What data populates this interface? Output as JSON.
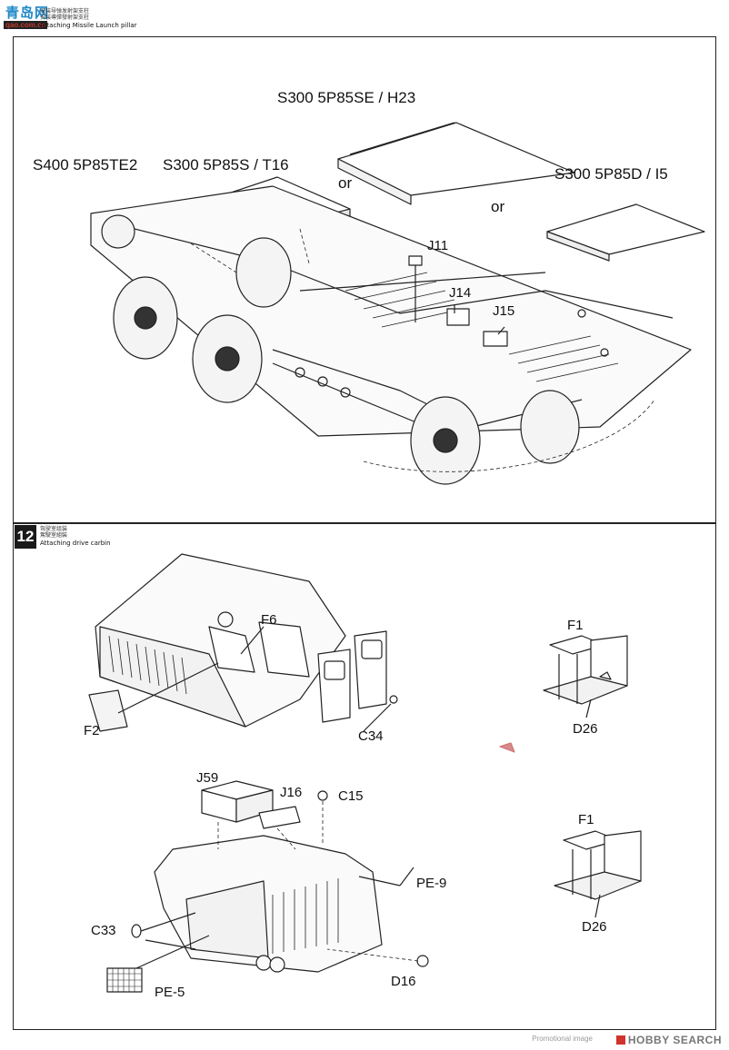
{
  "logo": {
    "top": "青岛网",
    "bottom": "qao.com.cn"
  },
  "step11": {
    "cn_line1": "安装导弹发射架支柱",
    "cn_line2": "安裝導彈發射架支柱",
    "en": "Attaching Missile Launch pillar",
    "callouts": {
      "s300_h23": "S300 5P85SE / H23",
      "s400": "S400 5P85TE2",
      "s300_t16": "S300 5P85S / T16",
      "or1": "or",
      "or2": "or",
      "s300_i5": "S300 5P85D / I5",
      "j11": "J11",
      "j14": "J14",
      "j15": "J15"
    }
  },
  "step12": {
    "number": "12",
    "cn_line1": "驾驶室组装",
    "cn_line2": "駕駛室組裝",
    "en": "Attaching drive carbin",
    "parts": {
      "f6": "F6",
      "f2": "F2",
      "c34": "C34",
      "f1_a": "F1",
      "d26_a": "D26",
      "j59": "J59",
      "j16": "J16",
      "c15": "C15",
      "pe9": "PE-9",
      "c33": "C33",
      "pe5": "PE-5",
      "d16": "D16",
      "f1_b": "F1",
      "d26_b": "D26"
    }
  },
  "footer": {
    "watermark": "Promotional image",
    "brand": "HOBBY SEARCH"
  },
  "colors": {
    "line": "#222222",
    "badge": "#1a1a1a",
    "logo_blue": "#1e88c8",
    "logo_red": "#c03a2b",
    "footer_red": "#d0342c"
  }
}
